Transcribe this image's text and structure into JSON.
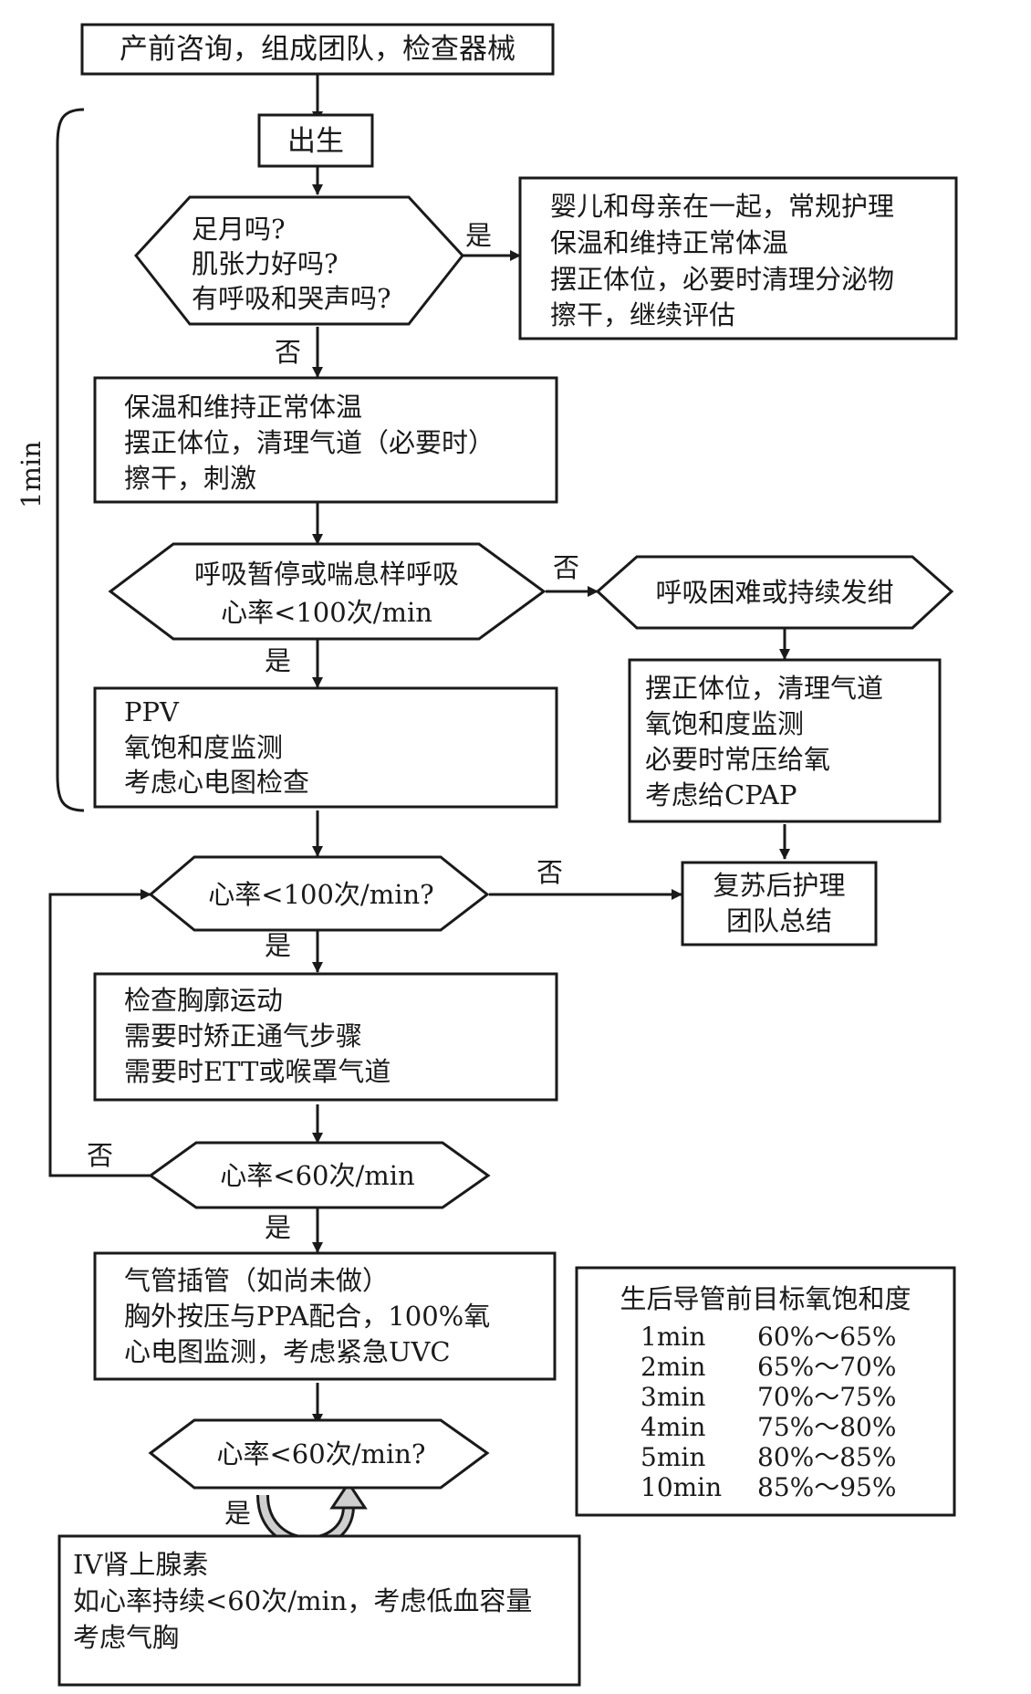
{
  "nodes": {
    "consult": "产前咨询，组成团队，检查器械",
    "birth": "出生",
    "q_term": [
      "足月吗?",
      "肌张力好吗?",
      "有呼吸和哭声吗?"
    ],
    "routine": [
      "婴儿和母亲在一起，常规护理",
      "保温和维持正常体温",
      "摆正体位，必要时清理分泌物",
      "擦干，继续评估"
    ],
    "initial_steps": [
      "保温和维持正常体温",
      "摆正体位，清理气道（必要时）",
      "擦干，刺激"
    ],
    "q_apnea": [
      "呼吸暂停或喘息样呼吸",
      "心率<100次/min"
    ],
    "q_distress": "呼吸困难或持续发绀",
    "cpap_steps": [
      "摆正体位，清理气道",
      "氧饱和度监测",
      "必要时常压给氧",
      "考虑给CPAP"
    ],
    "ppv_steps": [
      "PPV",
      "氧饱和度监测",
      "考虑心电图检查"
    ],
    "q_hr100": "心率<100次/min?",
    "post_care": [
      "复苏后护理",
      "团队总结"
    ],
    "ventilation_steps": [
      "检查胸廓运动",
      "需要时矫正通气步骤",
      "需要时ETT或喉罩气道"
    ],
    "q_hr60_a": "心率<60次/min",
    "intubation_steps": [
      "气管插管（如尚未做）",
      "胸外按压与PPA配合，100%氧",
      "心电图监测，考虑紧急UVC"
    ],
    "q_hr60_b": "心率<60次/min?",
    "epinephrine_steps": [
      "IV肾上腺素",
      "如心率持续<60次/min，考虑低血容量",
      "考虑气胸"
    ]
  },
  "labels": {
    "yes": "是",
    "no": "否",
    "one_min": "1min"
  },
  "spo2_table": {
    "title": "生后导管前目标氧饱和度",
    "rows": [
      {
        "time": "1min",
        "range": "60%～65%"
      },
      {
        "time": "2min",
        "range": "65%～70%"
      },
      {
        "time": "3min",
        "range": "70%～75%"
      },
      {
        "time": "4min",
        "range": "75%～80%"
      },
      {
        "time": "5min",
        "range": "80%～85%"
      },
      {
        "time": "10min",
        "range": "85%～95%"
      }
    ]
  },
  "colors": {
    "line": "#1a1a1a",
    "loop_arrow_fill": "#cfcfcf"
  }
}
